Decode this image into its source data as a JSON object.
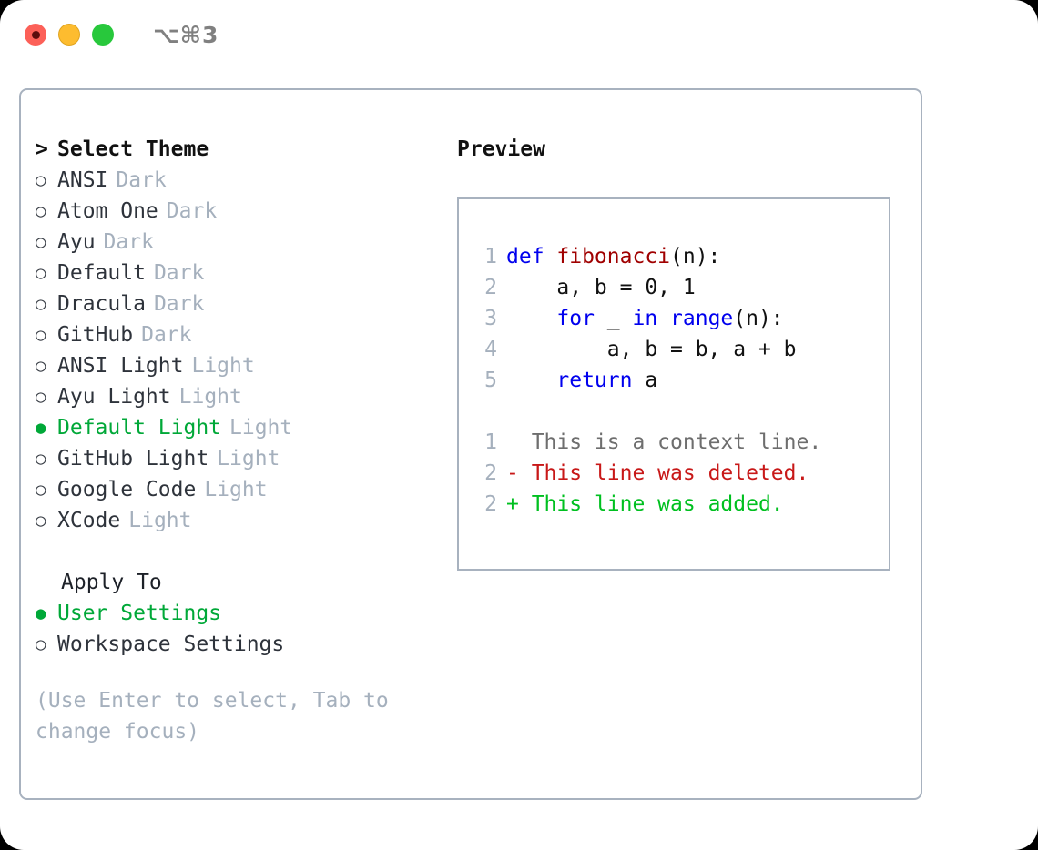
{
  "titlebar": {
    "shortcut": "⌥⌘3",
    "buttons": [
      {
        "name": "close",
        "color": "#fc6058"
      },
      {
        "name": "minimize",
        "color": "#fdbc2f"
      },
      {
        "name": "maximize",
        "color": "#28c83c"
      }
    ]
  },
  "theme_picker": {
    "header": "Select Theme",
    "caret": ">",
    "bullet_off": "○",
    "bullet_on": "●",
    "items": [
      {
        "label": "ANSI",
        "tag": "Dark",
        "selected": false
      },
      {
        "label": "Atom One",
        "tag": "Dark",
        "selected": false
      },
      {
        "label": "Ayu",
        "tag": "Dark",
        "selected": false
      },
      {
        "label": "Default",
        "tag": "Dark",
        "selected": false
      },
      {
        "label": "Dracula",
        "tag": "Dark",
        "selected": false
      },
      {
        "label": "GitHub",
        "tag": "Dark",
        "selected": false
      },
      {
        "label": "ANSI Light",
        "tag": "Light",
        "selected": false
      },
      {
        "label": "Ayu Light",
        "tag": "Light",
        "selected": false
      },
      {
        "label": "Default Light",
        "tag": "Light",
        "selected": true
      },
      {
        "label": "GitHub Light",
        "tag": "Light",
        "selected": false
      },
      {
        "label": "Google Code",
        "tag": "Light",
        "selected": false
      },
      {
        "label": "XCode",
        "tag": "Light",
        "selected": false
      }
    ]
  },
  "apply_to": {
    "title": "Apply To",
    "options": [
      {
        "label": "User Settings",
        "selected": true
      },
      {
        "label": "Workspace Settings",
        "selected": false
      }
    ]
  },
  "hint": "(Use Enter to select, Tab to change focus)",
  "preview": {
    "title": "Preview",
    "code": [
      {
        "lineno": "1",
        "tokens": [
          {
            "text": "def ",
            "kind": "kw"
          },
          {
            "text": "fibonacci",
            "kind": "fn"
          },
          {
            "text": "(n):",
            "kind": "txt"
          }
        ]
      },
      {
        "lineno": "2",
        "tokens": [
          {
            "text": "    a, b = 0, 1",
            "kind": "txt"
          }
        ]
      },
      {
        "lineno": "3",
        "tokens": [
          {
            "text": "    for",
            "kind": "kw"
          },
          {
            "text": " _ ",
            "kind": "txt"
          },
          {
            "text": "in range",
            "kind": "kw"
          },
          {
            "text": "(n):",
            "kind": "txt"
          }
        ]
      },
      {
        "lineno": "4",
        "tokens": [
          {
            "text": "        a, b = b, a + b",
            "kind": "txt"
          }
        ]
      },
      {
        "lineno": "5",
        "tokens": [
          {
            "text": "    return",
            "kind": "kw"
          },
          {
            "text": " a",
            "kind": "txt"
          }
        ]
      }
    ],
    "diff": [
      {
        "lineno": "1",
        "marker": " ",
        "text": " This is a context line.",
        "kind": "ctx"
      },
      {
        "lineno": "2",
        "marker": "-",
        "text": " This line was deleted.",
        "kind": "del"
      },
      {
        "lineno": "2",
        "marker": "+",
        "text": " This line was added.",
        "kind": "add"
      }
    ]
  },
  "colors": {
    "accent_green": "#00a838",
    "muted": "#a5b0bd",
    "border": "#a8b2bf",
    "keyword_blue": "#0000ee",
    "function_red": "#a00000",
    "diff_add": "#00c020",
    "diff_del": "#c81818"
  }
}
